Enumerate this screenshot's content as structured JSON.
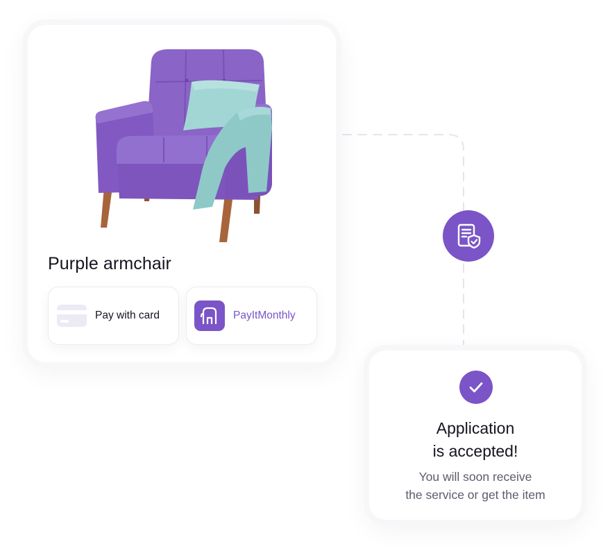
{
  "product": {
    "title": "Purple armchair",
    "image_icon": "purple-armchair-illustration"
  },
  "payment_options": {
    "card": {
      "label": "Pay with card",
      "icon": "credit-card-icon"
    },
    "monthly": {
      "label": "PayItMonthly",
      "icon": "payitmonthly-logo"
    }
  },
  "status_node": {
    "icon": "document-shield-icon"
  },
  "confirmation": {
    "icon": "check-icon",
    "title_line1": "Application",
    "title_line2": "is accepted!",
    "subtitle_line1": "You will soon receive",
    "subtitle_line2": "the service or get the item"
  },
  "colors": {
    "accent": "#7b54c7",
    "text": "#16131f",
    "muted": "#5e5a6b",
    "card_icon_bg": "#eceaf5",
    "armchair": "#8a64c6",
    "pillow": "#9ed1d0",
    "legs": "#a8643a"
  }
}
